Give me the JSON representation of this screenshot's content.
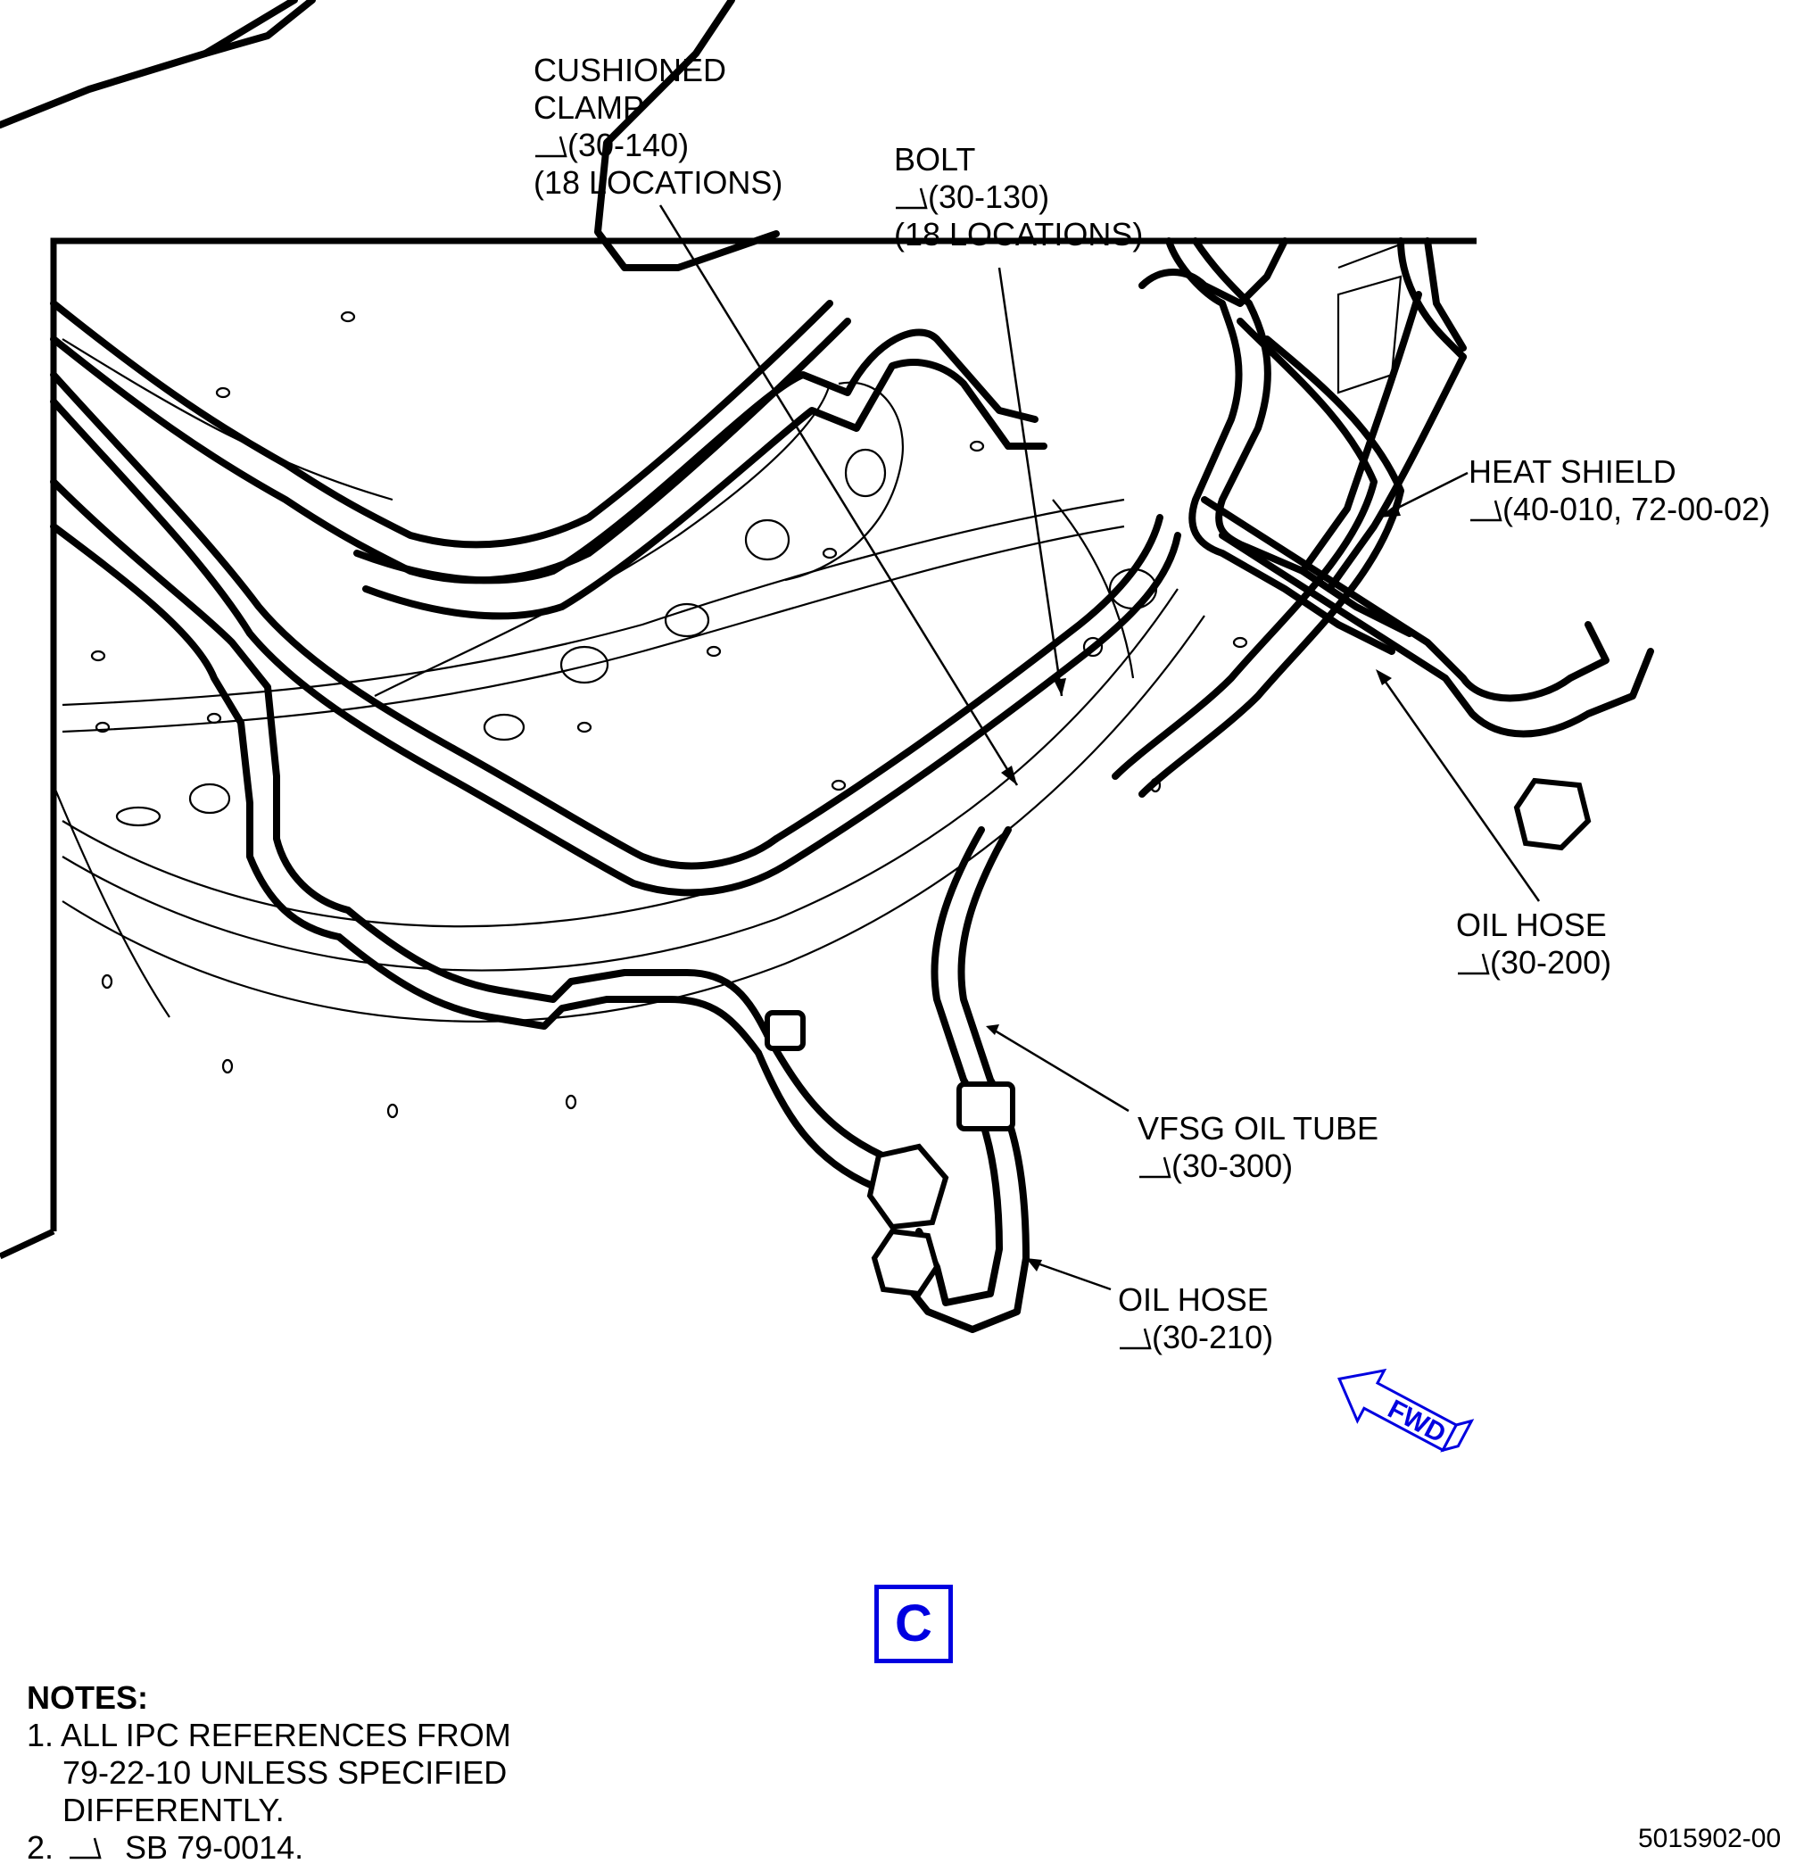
{
  "callouts": {
    "cushioned_clamp": {
      "line1": "CUSHIONED",
      "line2": "CLAMP",
      "ref": "(30-140)",
      "qty": "(18 LOCATIONS)"
    },
    "bolt": {
      "line1": "BOLT",
      "ref": "(30-130)",
      "qty": "(18 LOCATIONS)"
    },
    "heat_shield": {
      "line1": "HEAT SHIELD",
      "ref": "(40-010, 72-00-02)"
    },
    "oil_hose_200": {
      "line1": "OIL HOSE",
      "ref": "(30-200)"
    },
    "vfsg_oil_tube": {
      "line1": "VFSG OIL TUBE",
      "ref": "(30-300)"
    },
    "oil_hose_210": {
      "line1": "OIL HOSE",
      "ref": "(30-210)"
    }
  },
  "fwd_arrow": {
    "label": "FWD"
  },
  "view_label": "C",
  "notes": {
    "heading": "NOTES:",
    "items": [
      "1. ALL IPC REFERENCES FROM",
      "    79-22-10 UNLESS SPECIFIED",
      "    DIFFERENTLY.",
      "2.        SB 79-0014."
    ]
  },
  "doc_number": "5015902-00",
  "colors": {
    "line": "#000000",
    "accent": "#0000e0"
  }
}
